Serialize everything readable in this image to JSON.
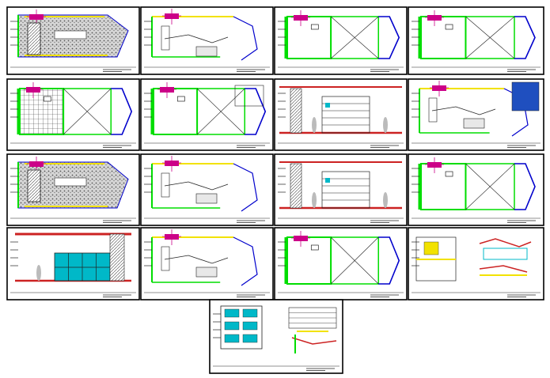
{
  "sheet_set": {
    "sheet_count": 17,
    "colors": {
      "frame": "#000000",
      "paper": "#ffffff",
      "wall_green": "#00dd00",
      "wall_blue": "#0000cc",
      "accent_magenta": "#cc0088",
      "accent_yellow": "#f2e200",
      "accent_cyan": "#00b8c8",
      "accent_red": "#cc2222",
      "hatch_grey": "#9a9a9a",
      "linework": "#222222"
    },
    "sheets": [
      {
        "id": 1,
        "kind": "plan-paving"
      },
      {
        "id": 2,
        "kind": "plan-furniture"
      },
      {
        "id": 3,
        "kind": "plan-outline"
      },
      {
        "id": 4,
        "kind": "plan-outline"
      },
      {
        "id": 5,
        "kind": "plan-grid"
      },
      {
        "id": 6,
        "kind": "plan-annotated"
      },
      {
        "id": 7,
        "kind": "elevation-interior"
      },
      {
        "id": 8,
        "kind": "plan-ceiling"
      },
      {
        "id": 9,
        "kind": "plan-paving"
      },
      {
        "id": 10,
        "kind": "plan-furniture"
      },
      {
        "id": 11,
        "kind": "elevation-interior"
      },
      {
        "id": 12,
        "kind": "plan-outline"
      },
      {
        "id": 13,
        "kind": "elevation-glazing"
      },
      {
        "id": 14,
        "kind": "plan-furniture"
      },
      {
        "id": 15,
        "kind": "plan-outline"
      },
      {
        "id": 16,
        "kind": "details"
      },
      {
        "id": 17,
        "kind": "facade-detail"
      }
    ]
  }
}
